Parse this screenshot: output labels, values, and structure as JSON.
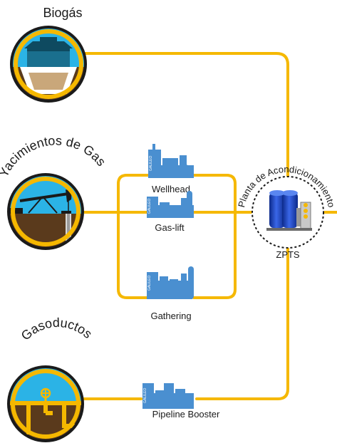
{
  "sources": {
    "biogas": "Biogás",
    "yacimientos": "Yacimientos de Gas",
    "gasoductos": "Gasoductos"
  },
  "equipment": {
    "wellhead": "Wellhead",
    "gaslift": "Gas-lift",
    "gathering": "Gathering",
    "booster": "Pipeline Booster",
    "brand": "GALILEO"
  },
  "plant": {
    "title": "Planta de Acondicionamiento",
    "code": "ZPTS"
  },
  "colors": {
    "pipe": "#f5b800",
    "machine": "#4a8fd0",
    "sky": "#2bb3e6",
    "soil": "#5a3a1c",
    "tank": "#1e3fbf"
  }
}
